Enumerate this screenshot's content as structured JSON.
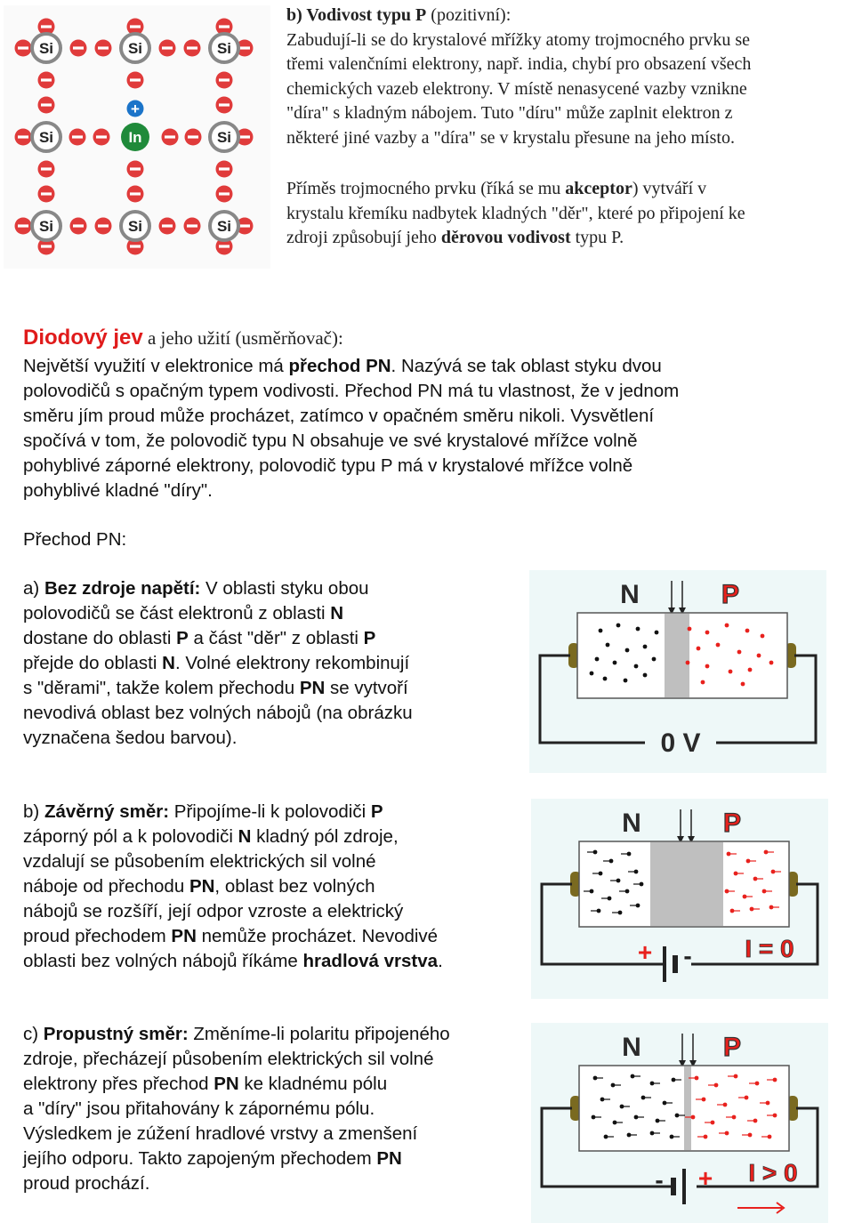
{
  "lattice": {
    "atom_si": "Si",
    "atom_in": "In",
    "hole_sign": "+"
  },
  "section_b": {
    "title_bold": "b) Vodivost typu P",
    "title_rest": " (pozitivní):",
    "para1": [
      "Zabudují-li se do krystalové mřížky atomy trojmocného prvku se",
      "třemi valenčními elektrony, např. india, chybí pro obsazení všech",
      "chemických vazeb elektrony. V místě nenasycené vazby vznikne",
      "\"díra\" s kladným nábojem. Tuto \"díru\" může zaplnit elektron z",
      "některé jiné vazby a \"díra\" se v krystalu přesune na jeho místo."
    ],
    "para2_l1_a": "Příměs trojmocného prvku (říká se mu ",
    "para2_l1_b": "akceptor",
    "para2_l1_c": ") vytváří v",
    "para2_l2": "krystalu křemíku nadbytek kladných \"děr\", které po připojení ke",
    "para2_l3_a": "zdroji způsobují jeho ",
    "para2_l3_b": "děrovou vodivost",
    "para2_l3_c": " typu P."
  },
  "diode": {
    "heading_red": "Diodový jev",
    "heading_rest": " a jeho užití (usměrňovač):",
    "l1_a": "Největší využití v elektronice má ",
    "l1_b": "přechod PN",
    "l1_c": ". Nazývá se tak oblast styku dvou",
    "lines": [
      "polovodičů s opačným typem vodivosti. Přechod PN má tu vlastnost, že v jednom",
      "směru jím proud může procházet, zatímco v opačném směru nikoli. Vysvětlení",
      "spočívá v tom, že polovodič typu N obsahuje ve své krystalové mřížce volně",
      "pohyblivé záporné elektrony, polovodič typu P má v krystalové mřížce volně",
      "pohyblivé kladné \"díry\"."
    ],
    "pn_heading": "Přechod PN:"
  },
  "case_a": {
    "l1_a": "a) ",
    "l1_b": "Bez zdroje napětí:",
    "l1_c": " V oblasti styku obou",
    "l2_a": " polovodičů se část elektronů z oblasti ",
    "l2_b": "N",
    "l3_a": "dostane do oblasti ",
    "l3_b": "P",
    "l3_c": " a část \"děr\" z oblasti ",
    "l3_d": "P",
    "l4_a": "přejde do oblasti ",
    "l4_b": "N",
    "l4_c": ". Volné elektrony rekombinují",
    "l5_a": " s \"děrami\", takže kolem přechodu ",
    "l5_b": "PN",
    "l5_c": " se vytvoří",
    "l6": "nevodivá oblast bez volných nábojů (na obrázku",
    "l7": " vyznačena šedou barvou)."
  },
  "case_b": {
    "l1_a": "b) ",
    "l1_b": "Závěrný směr:",
    "l1_c": " Připojíme-li k polovodiči ",
    "l1_d": "P",
    "l2_a": "záporný pól a k polovodiči ",
    "l2_b": "N",
    "l2_c": " kladný pól zdroje,",
    "l3": "vzdalují se působením elektrických sil volné",
    "l4_a": " náboje od přechodu ",
    "l4_b": "PN",
    "l4_c": ", oblast bez volných",
    "l5": "nábojů se rozšíří, její odpor vzroste a elektrický",
    "l6_a": "proud přechodem ",
    "l6_b": "PN",
    "l6_c": " nemůže procházet. Nevodivé",
    "l7_a": "oblasti bez volných nábojů říkáme ",
    "l7_b": "hradlová vrstva",
    "l7_c": "."
  },
  "case_c": {
    "l1_a": "c) ",
    "l1_b": "Propustný směr:",
    "l1_c": " Změníme-li polaritu připojeného",
    "l2": "zdroje, přecházejí působením elektrických sil volné",
    "l3_a": "elektrony přes přechod ",
    "l3_b": "PN",
    "l3_c": " ke kladnému pólu",
    "l4": "a \"díry\" jsou přitahovány k zápornému pólu.",
    "l5": "Výsledkem je zúžení hradlové vrstvy a zmenšení",
    "l6_a": " jejího odporu. Takto zapojeným přechodem ",
    "l6_b": "PN",
    "l7": "proud prochází."
  },
  "figures": {
    "label_n": "N",
    "label_p": "P",
    "fig_a_voltage": "0 V",
    "fig_b_plus": "+",
    "fig_b_minus": "-",
    "fig_b_current": "I = 0",
    "fig_c_minus": "-",
    "fig_c_plus": "+",
    "fig_c_current": "I > 0"
  },
  "colors": {
    "accent_red": "#e8211d",
    "lattice_red": "#e03b3b",
    "indium_green": "#1f8a3a",
    "hole_blue": "#1b74c9",
    "figure_bg": "#eef8f8",
    "junction_gray": "#bfbfbf"
  }
}
